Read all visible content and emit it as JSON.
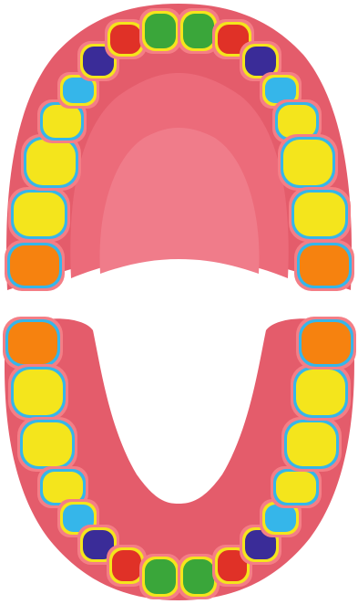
{
  "colors": {
    "gum_outer": "#e45c6b",
    "gum_mid": "#e0505f",
    "palate": "#ec6b7a",
    "palate_center": "#f07c8a",
    "tooth_outline": "#f47e86",
    "background": "#ffffff",
    "tooth_types": {
      "central_incisor": "#3aa63a",
      "lateral_incisor": "#e03127",
      "canine": "#3a2c98",
      "first_premolar": "#35b6ea",
      "second_premolar": "#f4e51c",
      "first_molar": "#f4e51c",
      "second_molar": "#f4e51c",
      "third_molar": "#f6820f"
    },
    "inner_rims": {
      "central_incisor": "#f4e51c",
      "lateral_incisor": "#f4e51c",
      "canine": "#f4e51c",
      "first_premolar": "#f4e51c",
      "second_premolar": "#35b6ea",
      "first_molar": "#35b6ea",
      "second_molar": "#35b6ea",
      "third_molar": "#35b6ea"
    }
  },
  "upper_arch": {
    "teeth": [
      {
        "type": "third_molar",
        "side": "right"
      },
      {
        "type": "second_molar",
        "side": "right"
      },
      {
        "type": "first_molar",
        "side": "right"
      },
      {
        "type": "second_premolar",
        "side": "right"
      },
      {
        "type": "first_premolar",
        "side": "right"
      },
      {
        "type": "canine",
        "side": "right"
      },
      {
        "type": "lateral_incisor",
        "side": "right"
      },
      {
        "type": "central_incisor",
        "side": "right"
      },
      {
        "type": "central_incisor",
        "side": "left"
      },
      {
        "type": "lateral_incisor",
        "side": "left"
      },
      {
        "type": "canine",
        "side": "left"
      },
      {
        "type": "first_premolar",
        "side": "left"
      },
      {
        "type": "second_premolar",
        "side": "left"
      },
      {
        "type": "first_molar",
        "side": "left"
      },
      {
        "type": "second_molar",
        "side": "left"
      },
      {
        "type": "third_molar",
        "side": "left"
      }
    ]
  },
  "lower_arch": {
    "teeth": [
      {
        "type": "third_molar",
        "side": "right"
      },
      {
        "type": "second_molar",
        "side": "right"
      },
      {
        "type": "first_molar",
        "side": "right"
      },
      {
        "type": "second_premolar",
        "side": "right"
      },
      {
        "type": "first_premolar",
        "side": "right"
      },
      {
        "type": "canine",
        "side": "right"
      },
      {
        "type": "lateral_incisor",
        "side": "right"
      },
      {
        "type": "central_incisor",
        "side": "right"
      },
      {
        "type": "central_incisor",
        "side": "left"
      },
      {
        "type": "lateral_incisor",
        "side": "left"
      },
      {
        "type": "canine",
        "side": "left"
      },
      {
        "type": "first_premolar",
        "side": "left"
      },
      {
        "type": "second_premolar",
        "side": "left"
      },
      {
        "type": "first_molar",
        "side": "left"
      },
      {
        "type": "second_molar",
        "side": "left"
      },
      {
        "type": "third_molar",
        "side": "left"
      }
    ]
  }
}
